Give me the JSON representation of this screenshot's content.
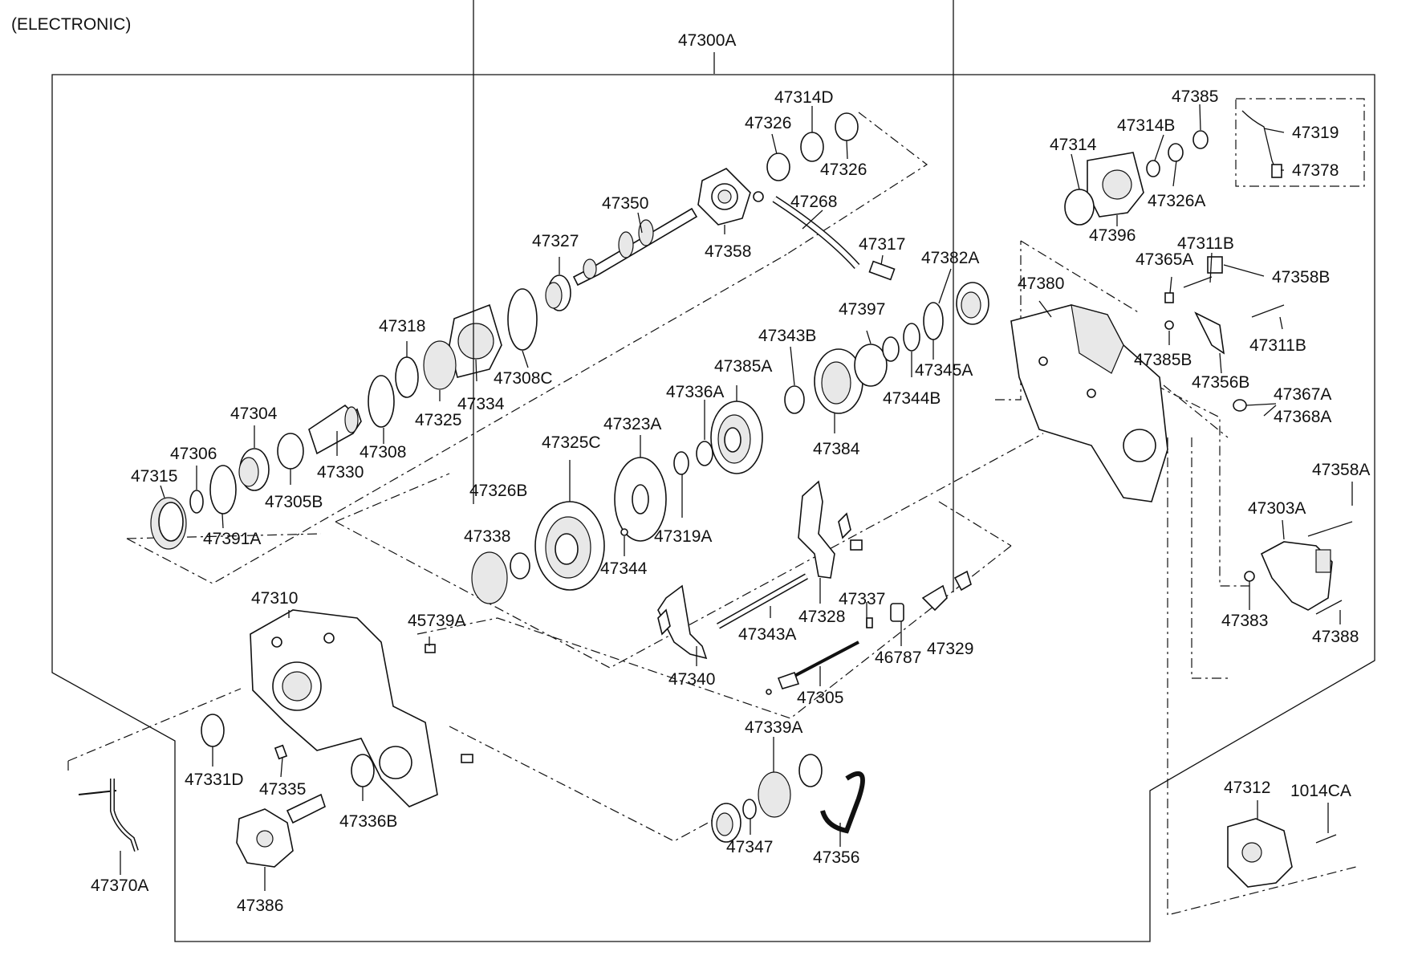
{
  "header": {
    "variant": "(ELECTRONIC)",
    "assembly": "47300A"
  },
  "parts": [
    "47314D",
    "47326",
    "47326",
    "47385",
    "47314B",
    "47319",
    "47378",
    "47350",
    "47268",
    "47314",
    "47358",
    "47326A",
    "47327",
    "47317",
    "47382A",
    "47311B",
    "47396",
    "47365A",
    "47358B",
    "47380",
    "47318",
    "47397",
    "47308C",
    "47343B",
    "47385B",
    "47311B",
    "47334",
    "47325",
    "47345A",
    "47385A",
    "47356B",
    "47304",
    "47336A",
    "47344B",
    "47367A",
    "47368A",
    "47330",
    "47308",
    "47323A",
    "47384",
    "47306",
    "47315",
    "47305B",
    "47325C",
    "47358A",
    "47326B",
    "47391A",
    "47319A",
    "47303A",
    "47338",
    "47344",
    "47337",
    "47328",
    "47310",
    "45739A",
    "47343A",
    "47329",
    "47383",
    "47388",
    "46787",
    "47340",
    "47305",
    "47339A",
    "47331D",
    "47312",
    "1014CA",
    "47335",
    "47336B",
    "47356",
    "47347",
    "47370A",
    "47386"
  ]
}
